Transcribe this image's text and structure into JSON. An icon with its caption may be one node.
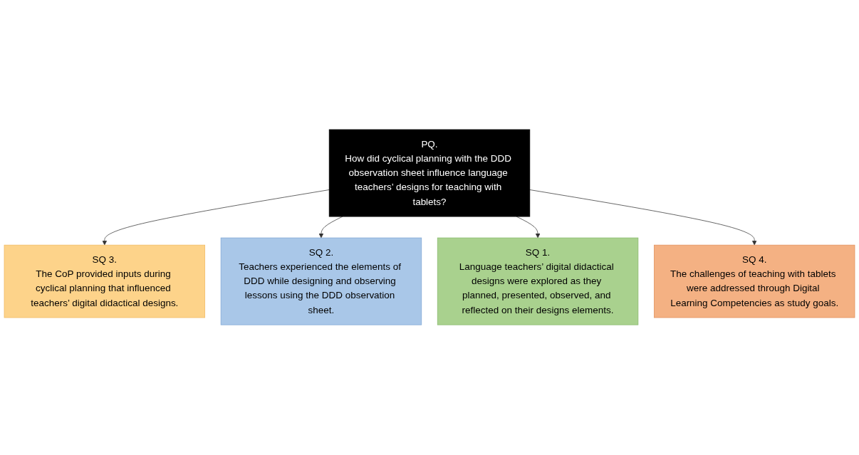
{
  "diagram": {
    "nodes": [
      {
        "text": [
          "SQ 3.",
          "The CoP provided inputs during cyclical planning that influenced teachers’ digital didactical designs."
        ]
      },
      {
        "text": [
          "SQ 2.",
          "Teachers experienced the elements of DDD while designing and observing lessons using the DDD observation sheet."
        ]
      },
      {
        "text": [
          "PQ.",
          "How did cyclical planning with the DDD observation sheet influence language teachers’ designs for teaching with tablets?"
        ]
      },
      {
        "text": [
          "SQ 1.",
          "Language teachers’ digital didactical designs were explored as they planned, presented, observed, and reflected on their designs elements."
        ]
      },
      {
        "text": [
          "SQ 4.",
          "The challenges of teaching with tablets were addressed through Digital Learning Competencies as study goals."
        ]
      }
    ],
    "edges": [
      {
        "from": 2,
        "to": 0,
        "arrow": "to"
      },
      {
        "from": 2,
        "to": 1,
        "arrow": "to"
      },
      {
        "from": 2,
        "to": 3,
        "arrow": "to"
      },
      {
        "from": 2,
        "to": 4,
        "arrow": "to"
      }
    ]
  }
}
